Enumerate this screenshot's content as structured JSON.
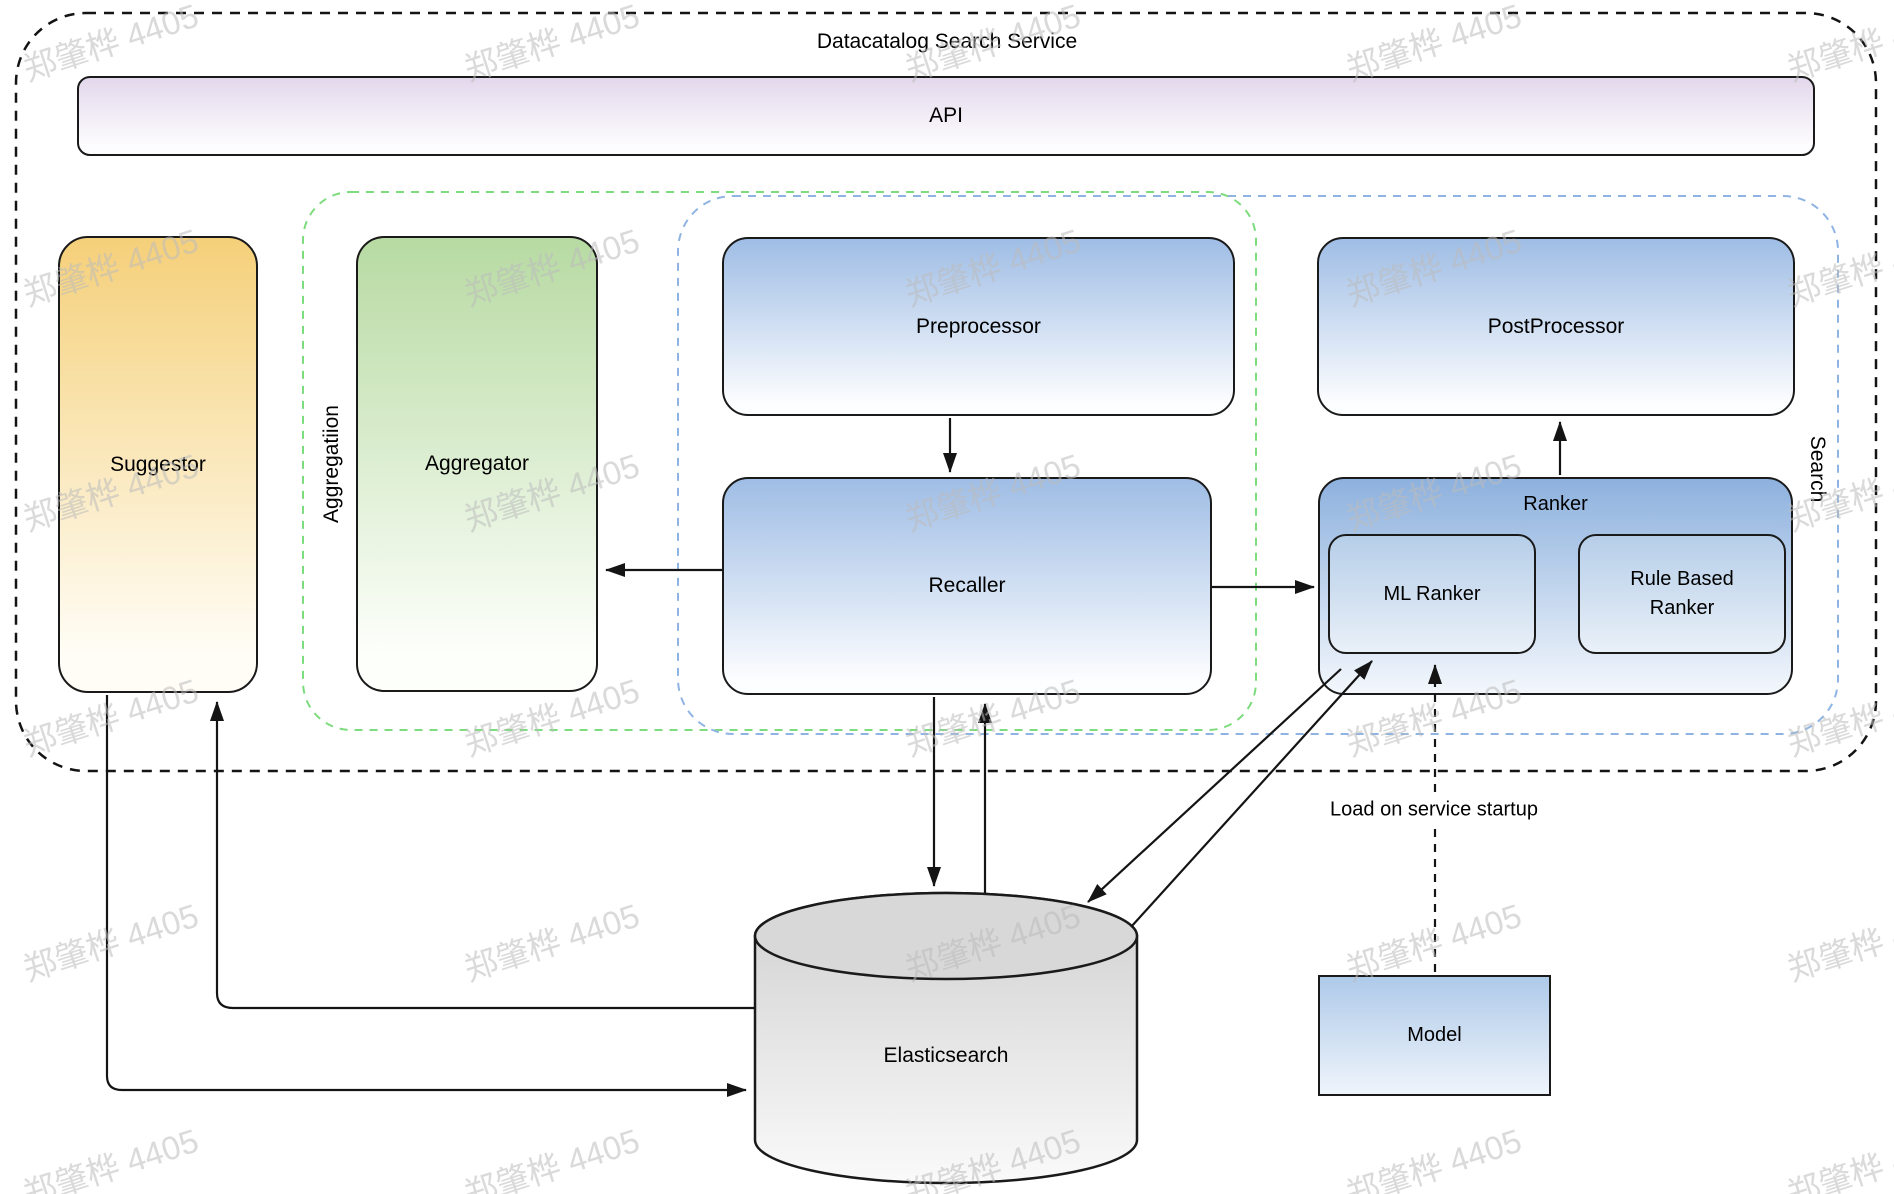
{
  "diagram": {
    "title": "Datacatalog Search Service",
    "api_label": "API",
    "suggestor_label": "Suggestor",
    "aggregation_group_label": "Aggregatiion",
    "aggregator_label": "Aggregator",
    "search_group_label": "Search",
    "preprocessor_label": "Preprocessor",
    "postprocessor_label": "PostProcessor",
    "recaller_label": "Recaller",
    "ranker_label": "Ranker",
    "ml_ranker_label": "ML Ranker",
    "rule_based_ranker_label": "Rule Based Ranker",
    "elasticsearch_label": "Elasticsearch",
    "model_label": "Model",
    "load_note": "Load on service startup"
  },
  "edges": [
    {
      "from": "Preprocessor",
      "to": "Recaller",
      "style": "solid"
    },
    {
      "from": "Recaller",
      "to": "Aggregator",
      "style": "solid"
    },
    {
      "from": "Recaller",
      "to": "Ranker",
      "style": "solid"
    },
    {
      "from": "Ranker",
      "to": "PostProcessor",
      "style": "solid"
    },
    {
      "from": "Recaller",
      "to": "Elasticsearch",
      "style": "solid"
    },
    {
      "from": "Elasticsearch",
      "to": "Recaller",
      "style": "solid"
    },
    {
      "from": "ML Ranker",
      "to": "Elasticsearch",
      "style": "solid"
    },
    {
      "from": "Elasticsearch",
      "to": "ML Ranker",
      "style": "solid"
    },
    {
      "from": "Suggestor",
      "to": "Elasticsearch",
      "style": "solid"
    },
    {
      "from": "Elasticsearch",
      "to": "Suggestor",
      "style": "solid"
    },
    {
      "from": "Model",
      "to": "ML Ranker",
      "style": "dashed",
      "label": "Load on service startup"
    }
  ],
  "watermark": {
    "text": "郑肇桦 4405"
  },
  "colors": {
    "border": "#1a1a1a",
    "api_top": "#e3d8ec",
    "suggestor_top": "#f5d07a",
    "aggregator_top": "#b7daa2",
    "process_top": "#9fbde5",
    "ranker_top": "#8db1de",
    "subranker_top": "#b6cee9",
    "model_top": "#aecae9",
    "es_top": "#d8d8d8",
    "es_body_start": "#d0d0d0",
    "es_body_end": "#fafafa",
    "green_dash": "#7ddc7d",
    "blue_dash": "#8fb4e3",
    "black_dash": "#141414",
    "watermark": "rgba(187,187,187,0.55)"
  }
}
